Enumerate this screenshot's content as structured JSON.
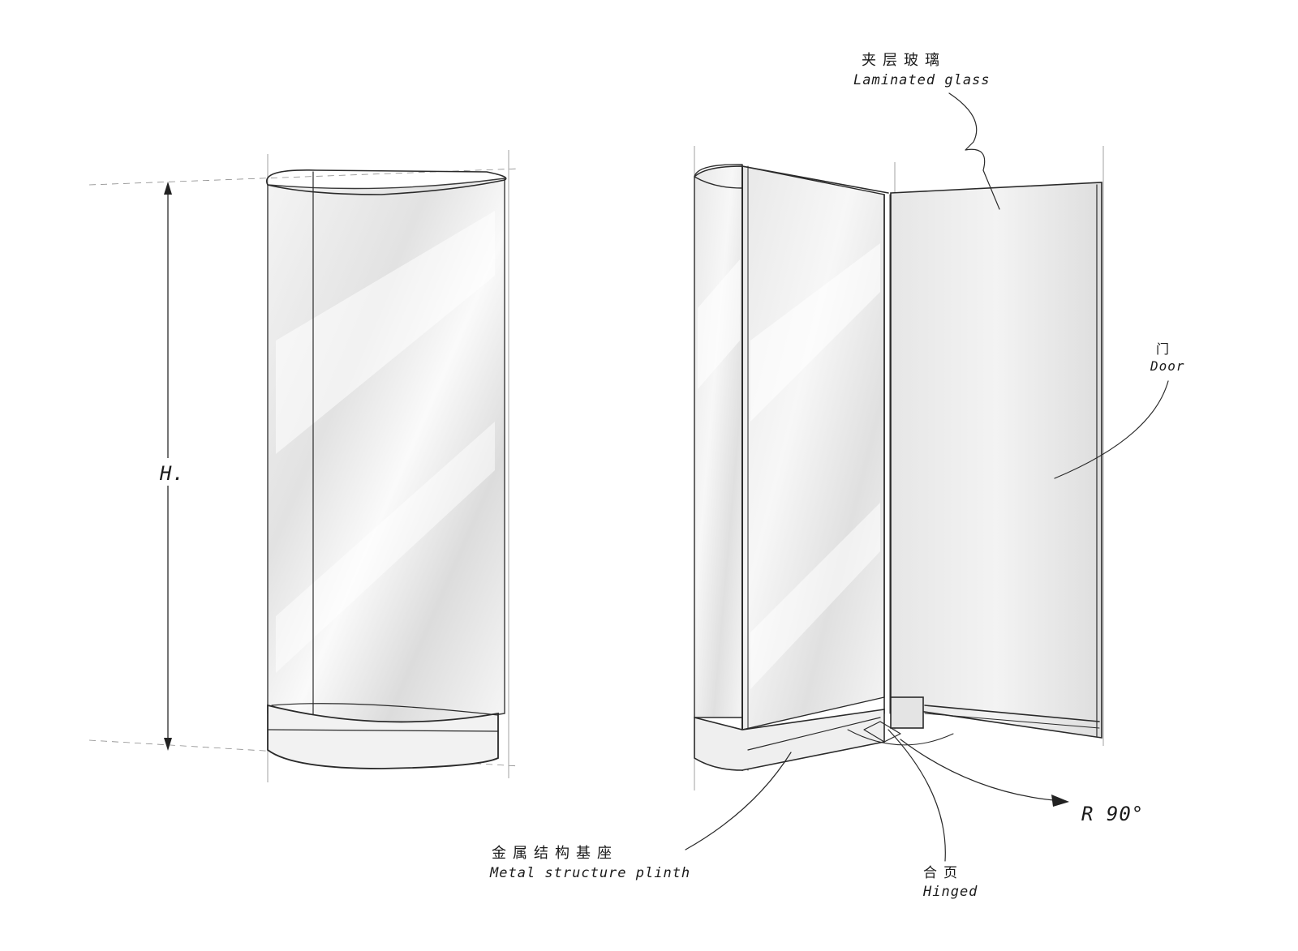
{
  "left_view": {
    "height_label": "H."
  },
  "right_view": {
    "laminated_glass": {
      "zh": "夹层玻璃",
      "en": "Laminated glass"
    },
    "door": {
      "zh": "门",
      "en": "Door"
    },
    "plinth": {
      "zh": "金属结构基座",
      "en": "Metal structure plinth"
    },
    "hinge": {
      "zh": "合页",
      "en": "Hinged"
    },
    "rotation": "R 90°"
  }
}
